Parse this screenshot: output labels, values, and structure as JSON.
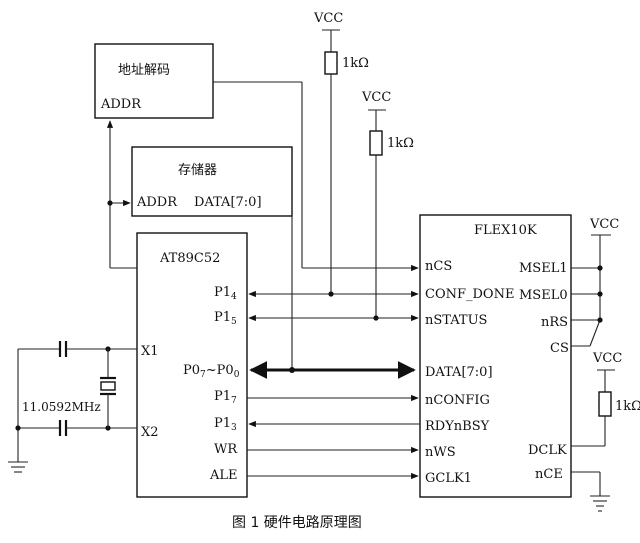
{
  "caption": "图 1  硬件电路原理图",
  "decoder": {
    "title": "地址解码",
    "addr": "ADDR"
  },
  "memory": {
    "title": "存储器",
    "addr": "ADDR",
    "data": "DATA[7:0]"
  },
  "mcu": {
    "name": "AT89C52",
    "p14": "P1",
    "p14_sub": "4",
    "p15": "P1",
    "p15_sub": "5",
    "p0a": "P0",
    "p0a_sub": "7",
    "p0_sep": "~",
    "p0b": "P0",
    "p0b_sub": "0",
    "p17": "P1",
    "p17_sub": "7",
    "p13": "P1",
    "p13_sub": "3",
    "wr": "WR",
    "ale": "ALE",
    "x1": "X1",
    "x2": "X2"
  },
  "fpga": {
    "name": "FLEX10K",
    "ncs": "nCS",
    "conf_done": "CONF_DONE",
    "nstatus": "nSTATUS",
    "data": "DATA[7:0]",
    "nconfig": "nCONFIG",
    "rdynbsy": "RDYnBSY",
    "nws": "nWS",
    "gclk1": "GCLK1",
    "msel1": "MSEL1",
    "msel0": "MSEL0",
    "nrs": "nRS",
    "cs": "CS",
    "dclk": "DCLK",
    "nce": "nCE"
  },
  "power": {
    "vcc": "VCC",
    "res": "1kΩ"
  },
  "crystal": {
    "freq": "11.0592MHz"
  }
}
